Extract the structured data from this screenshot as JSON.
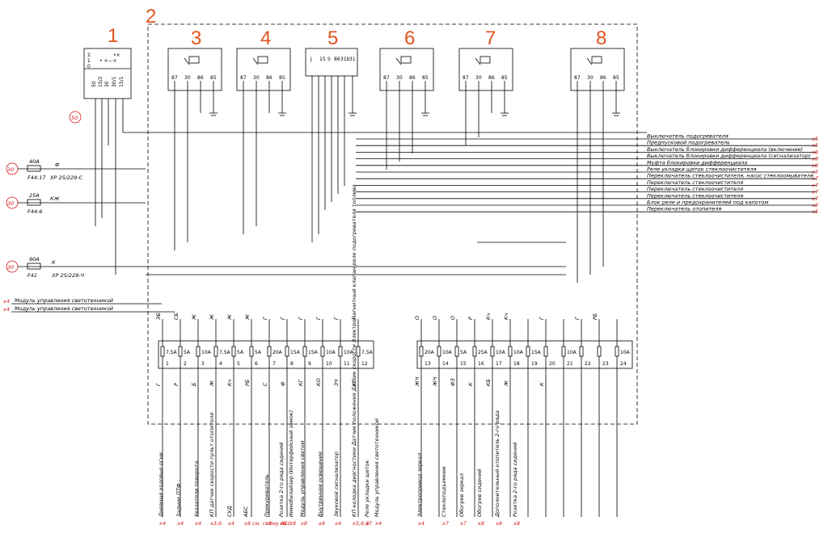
{
  "blocks": [
    "1",
    "2",
    "3",
    "4",
    "5",
    "6",
    "7",
    "8"
  ],
  "relay_pins": [
    "87",
    "30",
    "86",
    "85"
  ],
  "block5_pins": [
    "J",
    "15",
    "S",
    "86",
    "31b",
    "31"
  ],
  "right_outputs": [
    "Выключатель подогревателя",
    "Предпусковой подогреватель",
    "Выключатель блокировки дифференциала (включение)",
    "Выключатель блокировки дифференциала (сигнализатор)",
    "Муфта блокировки дифференциала",
    "Реле укладки щеток стеклоочистителя",
    "Переключатель стеклоочистителя, насос стеклоомывателя",
    "Переключатель стеклоочистителя",
    "Переключатель стеклоочистителя",
    "Переключатель стеклоочистителя",
    "Блок реле и предохранителей под капотом",
    "Переключатель отопителя"
  ],
  "right_refs": [
    "х5",
    "х5",
    "х8",
    "х8",
    "х8",
    "х7",
    "х7",
    "х7",
    "х7",
    "х7",
    "х2",
    "х5"
  ],
  "left_inputs": {
    "f1": {
      "amp": "40А",
      "name": "F44:17",
      "conn": "XP 25/229-С",
      "circle": "30",
      "wire": "Ф"
    },
    "f2": {
      "amp": "25А",
      "name": "F44:6",
      "circle": "30",
      "wire": "КЖ"
    },
    "f3": {
      "amp": "90А",
      "name": "F41",
      "conn": "XP 25/229-Ч",
      "circle": "30",
      "wire": "К"
    },
    "c50": "50"
  },
  "module_labels": [
    "Модуль управления светотехникой",
    "Модуль управления светотехникой"
  ],
  "module_refs": [
    "х4",
    "х4"
  ],
  "fuses_left": [
    {
      "a": "7,5А",
      "n": "1"
    },
    {
      "a": "5А",
      "n": "2"
    },
    {
      "a": "10А",
      "n": "3"
    },
    {
      "a": "7,5А",
      "n": "4"
    },
    {
      "a": "5А",
      "n": "5"
    },
    {
      "a": "5А",
      "n": "6"
    },
    {
      "a": "20А",
      "n": "7"
    },
    {
      "a": "15А",
      "n": "8"
    },
    {
      "a": "15А",
      "n": "9"
    },
    {
      "a": "10А",
      "n": "10"
    },
    {
      "a": "10А",
      "n": "11"
    },
    {
      "a": "7,5А",
      "n": "12"
    }
  ],
  "fuses_right": [
    {
      "a": "20А",
      "n": "13"
    },
    {
      "a": "10А",
      "n": "14"
    },
    {
      "a": "5А",
      "n": "15"
    },
    {
      "a": "25А",
      "n": "16"
    },
    {
      "a": "10А",
      "n": "17"
    },
    {
      "a": "10А",
      "n": "18"
    },
    {
      "a": "15А",
      "n": "19"
    },
    {
      "a": "",
      "n": "20"
    },
    {
      "a": "10А",
      "n": "21"
    },
    {
      "a": "",
      "n": "22"
    },
    {
      "a": "",
      "n": "23"
    },
    {
      "a": "10А",
      "n": "24"
    }
  ],
  "bottom_labels": [
    {
      "t": "Дневные ходовые огни",
      "r": "х4"
    },
    {
      "t": "Задние ПТФ",
      "r": "х4"
    },
    {
      "t": "Указатели поворота",
      "r": "х4"
    },
    {
      "t": "КП датчик скорости пульт отопителя",
      "r": "х3,6"
    },
    {
      "t": "СУД",
      "r": "х4"
    },
    {
      "t": "АБС",
      "r": "х8 см. схему АБС"
    },
    {
      "t": "Прикуриватель",
      "r": "х8"
    },
    {
      "t": "Розетка 2-го ряда сидений",
      "r": "х6"
    },
    {
      "t": "Иммобилайзер (Интерфейсный замок)",
      "r": "х8"
    },
    {
      "t": "Модуль управления светом",
      "r": "х8"
    },
    {
      "t": "Внутреннее освещение",
      "r": "х8"
    },
    {
      "t": "Звуковой сигнализатор",
      "r": "х4"
    },
    {
      "t": "КП колодка диагностики Датчик положения Датчик скорости Электромагнитный клапан реле подогревателя топлива",
      "r": "х5,6,9"
    },
    {
      "t": "Реле укладки щеток",
      "r": "х7"
    },
    {
      "t": "Модуль управления светотехникой",
      "r": "х4"
    },
    {
      "t": "Электропривод зеркал",
      "r": "х4"
    },
    {
      "t": "Стеклоподъемник",
      "r": "х7"
    },
    {
      "t": "Обогрев зеркал",
      "r": "х7"
    },
    {
      "t": "Обогрев сидений",
      "r": "х8"
    },
    {
      "t": "Дополнительный отопитель 2-го ряда",
      "r": "х8"
    },
    {
      "t": "Розетка 2-го ряда сидений",
      "r": "х8"
    }
  ],
  "wire_top_left": [
    "ЭБ",
    "СБ",
    "Ж",
    "Ж",
    "Ж",
    "Ж",
    "Г",
    "Г",
    "Г",
    "Г",
    "Г",
    "Г"
  ],
  "wire_bot_left": [
    "Г",
    "Р",
    "Б",
    "Ж",
    "Кч",
    "РБ",
    "С",
    "Ф",
    "КГ",
    "КО",
    "ЗЧ",
    "КС"
  ],
  "wire_top_right": [
    "О",
    "О",
    "О",
    "Р",
    "Кч",
    "Кч",
    "",
    "Г",
    "",
    "Г",
    "РБ"
  ],
  "wire_bot_right": [
    "ЖЧ",
    "ЖЧ",
    "ФЗ",
    "К",
    "КБ",
    "Ж",
    "",
    "К",
    "",
    "",
    ""
  ]
}
